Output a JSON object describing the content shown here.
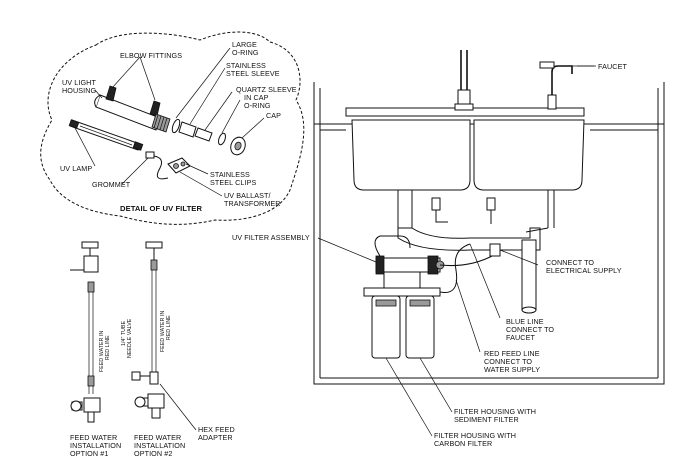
{
  "labels": {
    "elbow_fittings": "ELBOW FITTINGS",
    "large_oring_1": "LARGE",
    "large_oring_2": "O-RING",
    "stainless_sleeve_1": "STAINLESS",
    "stainless_sleeve_2": "STEEL SLEEVE",
    "quartz_sleeve": "QUARTZ SLEEVE",
    "in_cap_oring_1": "IN CAP",
    "in_cap_oring_2": "O-RING",
    "cap": "CAP",
    "uv_light_housing_1": "UV LIGHT",
    "uv_light_housing_2": "HOUSING",
    "uv_lamp": "UV LAMP",
    "grommet": "GROMMET",
    "stainless_clips_1": "STAINLESS",
    "stainless_clips_2": "STEEL CLIPS",
    "uv_ballast_1": "UV BALLAST/",
    "uv_ballast_2": "TRANSFORMER",
    "detail_title": "DETAIL OF UV FILTER",
    "faucet": "FAUCET",
    "uv_filter_assembly": "UV FILTER ASSEMBLY",
    "connect_electrical_1": "CONNECT TO",
    "connect_electrical_2": "ELECTRICAL SUPPLY",
    "blue_line_1": "BLUE LINE",
    "blue_line_2": "CONNECT TO",
    "blue_line_3": "FAUCET",
    "red_feed_1": "RED FEED LINE",
    "red_feed_2": "CONNECT TO",
    "red_feed_3": "WATER SUPPLY",
    "sediment_1": "FILTER HOUSING WITH",
    "sediment_2": "SEDIMENT FILTER",
    "carbon_1": "FILTER HOUSING WITH",
    "carbon_2": "CARBON FILTER",
    "feed_in_red_1_a": "FEED WATER IN",
    "feed_in_red_1_b": "RED LINE",
    "feed_in_red_2_a": "FEED WATER IN",
    "feed_in_red_2_b": "RED LINE",
    "needle_valve_a": "1/4\" TUBE",
    "needle_valve_b": "NEEDLE VALVE",
    "hex_feed_1": "HEX FEED",
    "hex_feed_2": "ADAPTER",
    "option1_1": "FEED WATER",
    "option1_2": "INSTALLATION",
    "option1_3": "OPTION #1",
    "option2_1": "FEED WATER",
    "option2_2": "INSTALLATION",
    "option2_3": "OPTION #2"
  }
}
